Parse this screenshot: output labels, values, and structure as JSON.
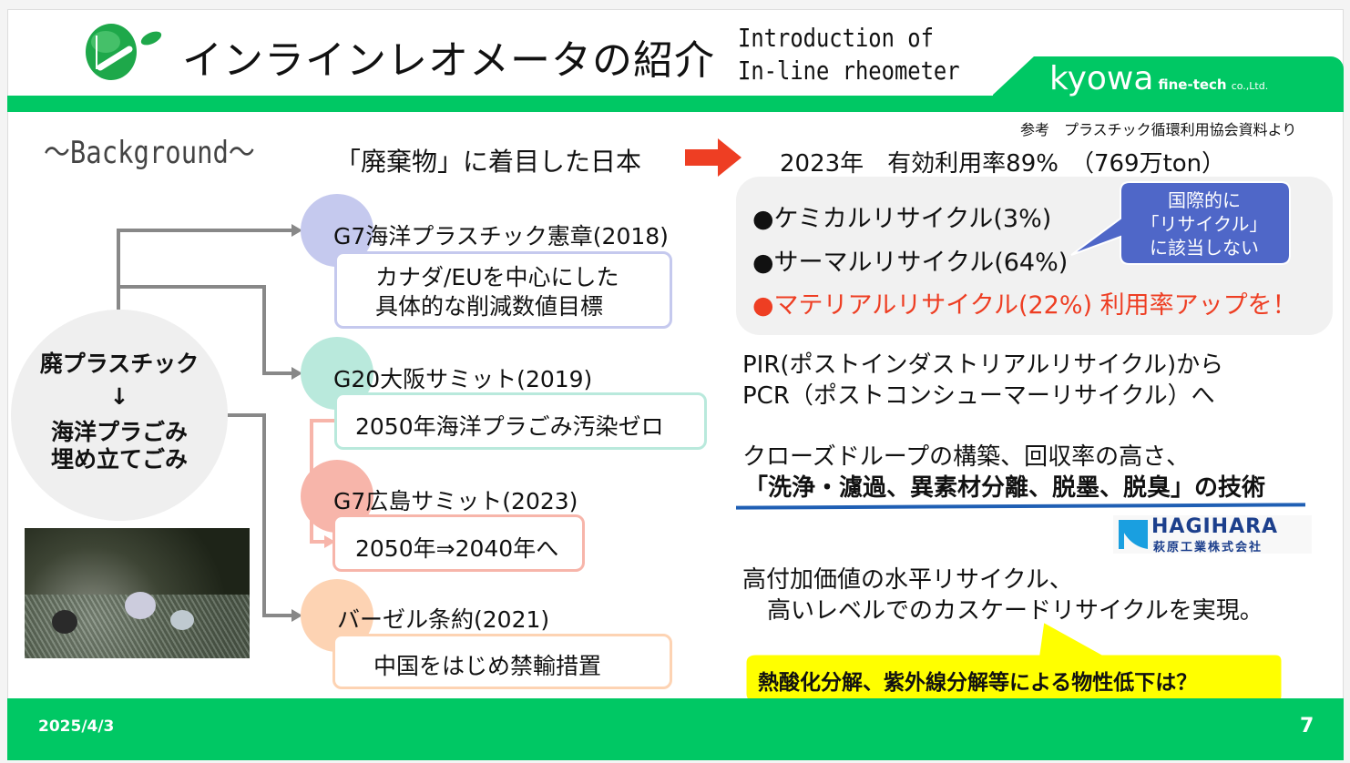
{
  "header": {
    "title": "インラインレオメータの紹介",
    "subtitle_line1": "Introduction of",
    "subtitle_line2": "In-line rheometer",
    "brand": "kyowa",
    "brand_sub": "fine-tech",
    "brand_suffix": "co.,Ltd."
  },
  "reference": "参考　プラスチック循環利用協会資料より",
  "background_label": "～Background～",
  "japan_focus": "「廃棄物」に着目した日本",
  "stat_line": "2023年　有効利用率89%　（769万ton）",
  "recycle": {
    "chemical": "●ケミカルリサイクル(3%)",
    "thermal": "●サーマルリサイクル(64%)",
    "material": "●マテリアルリサイクル(22%) 利用率アップを！",
    "callout": [
      "国際的に",
      "「リサイクル」",
      "に該当しない"
    ]
  },
  "left_circle": {
    "line1": "廃プラスチック",
    "arrow": "↓",
    "line2": "海洋プラごみ",
    "line3": "埋め立てごみ"
  },
  "timeline": [
    {
      "title": "G7海洋プラスチック憲章(2018)",
      "detail": [
        "カナダ/EUを中心にした",
        "具体的な削減数値目標"
      ],
      "color": "#c5c9ee"
    },
    {
      "title": "G20大阪サミット(2019)",
      "detail": [
        "2050年海洋プラごみ汚染ゼロ"
      ],
      "color": "#b9e9dc"
    },
    {
      "title": "G7広島サミット(2023)",
      "detail": [
        "2050年⇒2040年へ"
      ],
      "color": "#f7b5aa"
    },
    {
      "title": "バーゼル条約(2021)",
      "detail": [
        "中国をはじめ禁輸措置"
      ],
      "color": "#fdd3b3"
    }
  ],
  "pir": {
    "line1": "PIR(ポストインダストリアルリサイクル)から",
    "line2": "PCR（ポストコンシューマーリサイクル）へ"
  },
  "closed_loop": {
    "line1": "クローズドループの構築、回収率の高さ、",
    "line2": "「洗浄・濾過、異素材分離、脱墨、脱臭」の技術"
  },
  "hagihara": {
    "name": "HAGIHARA",
    "jp": "萩原工業株式会社"
  },
  "achievement": {
    "line1": "高付加価値の水平リサイクル、",
    "line2": "高いレベルでのカスケードリサイクルを実現。"
  },
  "question": "熱酸化分解、紫外線分解等による物性低下は？",
  "footer": {
    "date": "2025/4/3",
    "page": "7"
  },
  "colors": {
    "green": "#00c864",
    "red": "#ee3e23",
    "blue": "#4f67c8",
    "yellow": "#ffff00"
  }
}
